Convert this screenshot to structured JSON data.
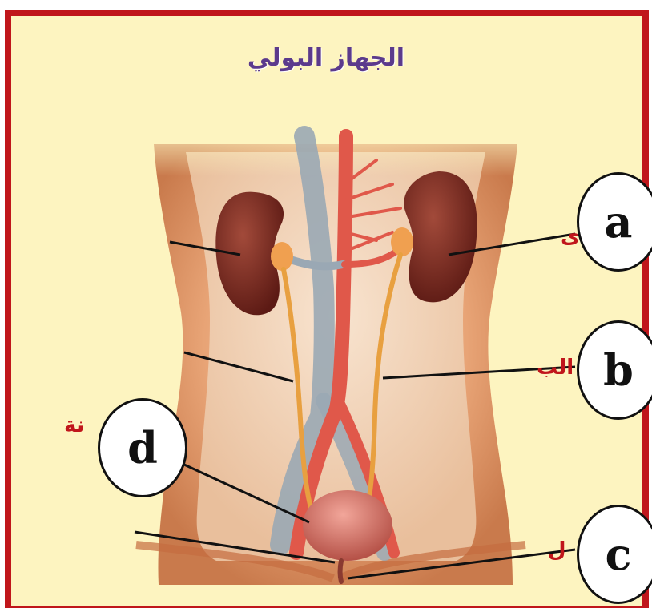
{
  "diagram": {
    "title": "الجهاز البولي",
    "labels": {
      "a": "a",
      "b": "b",
      "c": "c",
      "d": "d"
    },
    "partial_text": {
      "a": "ى",
      "b": "الب",
      "c": "ل",
      "d": "نة"
    }
  },
  "colors": {
    "frame_border": "#c0161b",
    "background": "#fdf4c0",
    "title": "#5b3a8c",
    "partial_text": "#c0161b",
    "body_skin": "#e8a070",
    "kidney": "#7a2a20",
    "artery": "#e0584a",
    "vein": "#9aa8b4",
    "ureter": "#e8a040",
    "bladder": "#d07060"
  },
  "icons": [
    "circle-marker"
  ]
}
